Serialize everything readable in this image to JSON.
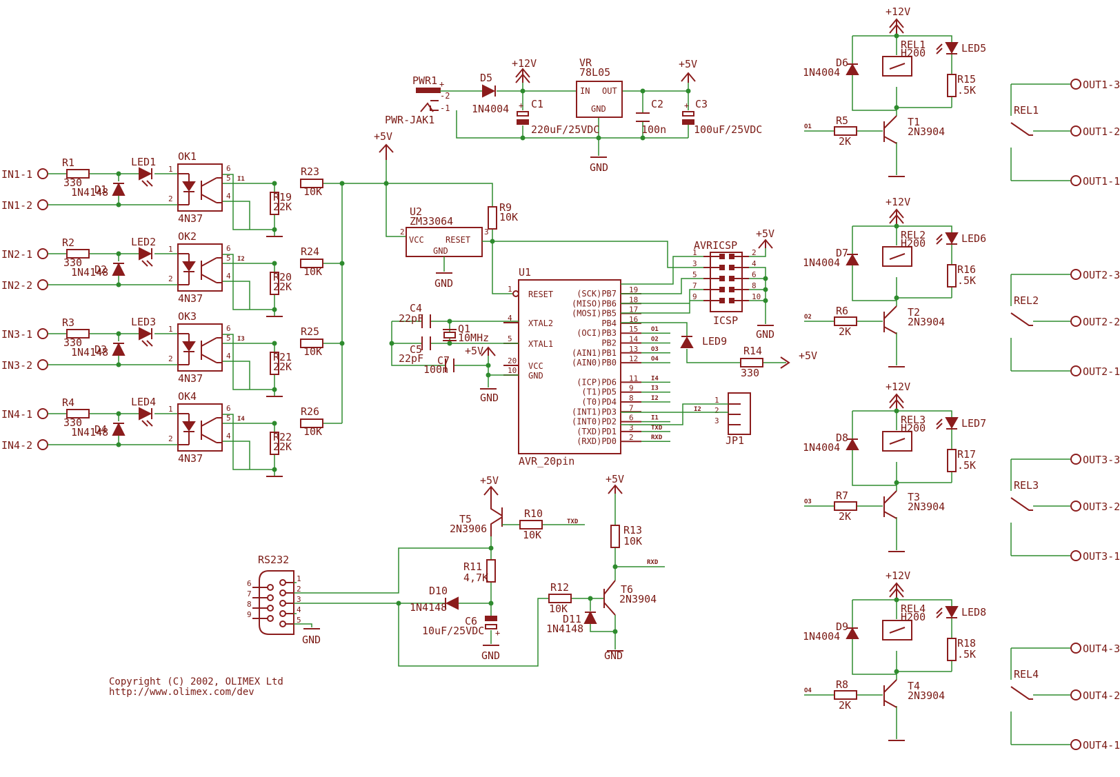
{
  "input_stage": [
    {
      "in_pos": "IN1-1",
      "in_neg": "IN1-2",
      "r": "R1",
      "r_val": "330",
      "led": "LED1",
      "d": "D1",
      "d_val": "1N4148",
      "ok": "OK1",
      "ok_val": "4N37",
      "sig": "I1",
      "rp": "R19",
      "rp_val": "22K",
      "rs": "R23",
      "rs_val": "10K"
    },
    {
      "in_pos": "IN2-1",
      "in_neg": "IN2-2",
      "r": "R2",
      "r_val": "330",
      "led": "LED2",
      "d": "D2",
      "d_val": "1N4148",
      "ok": "OK2",
      "ok_val": "4N37",
      "sig": "I2",
      "rp": "R20",
      "rp_val": "22K",
      "rs": "R24",
      "rs_val": "10K"
    },
    {
      "in_pos": "IN3-1",
      "in_neg": "IN3-2",
      "r": "R3",
      "r_val": "330",
      "led": "LED3",
      "d": "D3",
      "d_val": "1N4148",
      "ok": "OK3",
      "ok_val": "4N37",
      "sig": "I3",
      "rp": "R21",
      "rp_val": "22K",
      "rs": "R25",
      "rs_val": "10K"
    },
    {
      "in_pos": "IN4-1",
      "in_neg": "IN4-2",
      "r": "R4",
      "r_val": "330",
      "led": "LED4",
      "d": "D4",
      "d_val": "1N4148",
      "ok": "OK4",
      "ok_val": "4N37",
      "sig": "I4",
      "rp": "R22",
      "rp_val": "22K",
      "rs": "R26",
      "rs_val": "10K"
    }
  ],
  "pin_labels": {
    "p1": "1",
    "p2": "2",
    "p4": "4",
    "p5": "5",
    "p6": "6",
    "p3": "3"
  },
  "power": {
    "pwr": "PWR1",
    "jack": "PWR-JAK1",
    "j_pos": "+",
    "j2": "-2",
    "j1": "-1",
    "d5": "D5",
    "d5_val": "1N4004",
    "c1": "C1",
    "c1_val": "220uF/25VDC",
    "vr": "VR",
    "vr_val": "78L05",
    "vr_in": "IN",
    "vr_out": "OUT",
    "vr_gnd": "GND",
    "c2": "C2",
    "c2_val": "100n",
    "c3": "C3",
    "c3_val": "100uF/25VDC",
    "plus": "+"
  },
  "nets": {
    "v12": "+12V",
    "v5": "+5V",
    "gnd": "GND"
  },
  "reset": {
    "u2": "U2",
    "u2_val": "ZM33064",
    "vcc": "VCC",
    "rst": "RESET",
    "gnd": "GND",
    "p2": "2",
    "p3": "3",
    "r9": "R9",
    "r9_val": "10K"
  },
  "mcu": {
    "u1": "U1",
    "u1_val": "AVR_20pin",
    "left_pins": [
      {
        "name": "RESET",
        "num": "1"
      },
      {
        "name": "XTAL2",
        "num": "4"
      },
      {
        "name": "XTAL1",
        "num": "5"
      },
      {
        "name": "VCC",
        "num": "20"
      },
      {
        "name": "GND",
        "num": "10"
      }
    ],
    "right_pins": [
      {
        "name": "(SCK)PB7",
        "num": "19",
        "net": ""
      },
      {
        "name": "(MISO)PB6",
        "num": "18",
        "net": ""
      },
      {
        "name": "(MOSI)PB5",
        "num": "17",
        "net": ""
      },
      {
        "name": "PB4",
        "num": "16",
        "net": ""
      },
      {
        "name": "(OCI)PB3",
        "num": "15",
        "net": "O1"
      },
      {
        "name": "PB2",
        "num": "14",
        "net": "O2"
      },
      {
        "name": "(AIN1)PB1",
        "num": "13",
        "net": "O3"
      },
      {
        "name": "(AIN0)PB0",
        "num": "12",
        "net": "O4"
      },
      {
        "name": "(ICP)PD6",
        "num": "11",
        "net": "I4"
      },
      {
        "name": "(T1)PD5",
        "num": "9",
        "net": "I3"
      },
      {
        "name": "(T0)PD4",
        "num": "8",
        "net": "I2"
      },
      {
        "name": "(INT1)PD3",
        "num": "7",
        "net": ""
      },
      {
        "name": "(INT0)PD2",
        "num": "6",
        "net": "I1"
      },
      {
        "name": "(TXD)PD1",
        "num": "3",
        "net": "TXD"
      },
      {
        "name": "(RXD)PD0",
        "num": "2",
        "net": "RXD"
      }
    ]
  },
  "osc": {
    "c4": "C4",
    "c4_val": "22pF",
    "c5": "C5",
    "c5_val": "22pF",
    "q1": "Q1",
    "q1_val": "10MHz",
    "c7": "C7",
    "c7_val": "100n"
  },
  "icsp": {
    "title": "AVRICSP",
    "name": "ICSP",
    "left": [
      "1",
      "3",
      "5",
      "7",
      "9"
    ],
    "right": [
      "2",
      "4",
      "6",
      "8",
      "10"
    ]
  },
  "led9": {
    "led": "LED9",
    "r14": "R14",
    "r14_val": "330"
  },
  "jp1": {
    "name": "JP1",
    "pins": [
      "1",
      "2",
      "3"
    ],
    "net": "I2",
    "net2": "I1"
  },
  "rs232": {
    "title": "RS232",
    "pins_right": [
      "1",
      "2",
      "3",
      "4",
      "5"
    ],
    "pins_left": [
      "6",
      "7",
      "8",
      "9"
    ],
    "t5": "T5",
    "t5_val": "2N3906",
    "r10": "R10",
    "r10_val": "10K",
    "txd": "TXD",
    "r11": "R11",
    "r11_val": "4,7K",
    "d10": "D10",
    "d10_val": "1N4148",
    "c6": "C6",
    "c6_val": "10uF/25VDC",
    "c6_plus": "+",
    "r13": "R13",
    "r13_val": "10K",
    "rxd": "RXD",
    "r12": "R12",
    "r12_val": "10K",
    "t6": "T6",
    "t6_val": "2N3904",
    "d11": "D11",
    "d11_val": "1N4148"
  },
  "outputs": [
    {
      "d": "D6",
      "d_val": "1N4004",
      "rel": "REL1",
      "rel_val": "H200",
      "led": "LED5",
      "r": "R15",
      "r_val": ".5K",
      "net": "O1",
      "rb": "R5",
      "rb_val": "2K",
      "t": "T1",
      "t_val": "2N3904",
      "relsw": "REL1",
      "o3": "OUT1-3",
      "o2": "OUT1-2",
      "o1": "OUT1-1"
    },
    {
      "d": "D7",
      "d_val": "1N4004",
      "rel": "REL2",
      "rel_val": "H200",
      "led": "LED6",
      "r": "R16",
      "r_val": ".5K",
      "net": "O2",
      "rb": "R6",
      "rb_val": "2K",
      "t": "T2",
      "t_val": "2N3904",
      "relsw": "REL2",
      "o3": "OUT2-3",
      "o2": "OUT2-2",
      "o1": "OUT2-1"
    },
    {
      "d": "D8",
      "d_val": "1N4004",
      "rel": "REL3",
      "rel_val": "H200",
      "led": "LED7",
      "r": "R17",
      "r_val": ".5K",
      "net": "O3",
      "rb": "R7",
      "rb_val": "2K",
      "t": "T3",
      "t_val": "2N3904",
      "relsw": "REL3",
      "o3": "OUT3-3",
      "o2": "OUT3-2",
      "o1": "OUT3-1"
    },
    {
      "d": "D9",
      "d_val": "1N4004",
      "rel": "REL4",
      "rel_val": "H200",
      "led": "LED8",
      "r": "R18",
      "r_val": ".5K",
      "net": "O4",
      "rb": "R8",
      "rb_val": "2K",
      "t": "T4",
      "t_val": "2N3904",
      "relsw": "REL4",
      "o3": "OUT4-3",
      "o2": "OUT4-2",
      "o1": "OUT4-1"
    }
  ],
  "copyright": {
    "line1": "Copyright (C) 2002, OLIMEX Ltd",
    "line2": "http://www.olimex.com/dev"
  },
  "colors": {
    "part": "#8b1c1c",
    "wire": "#2e8b2e",
    "text": "#7a1a14"
  }
}
